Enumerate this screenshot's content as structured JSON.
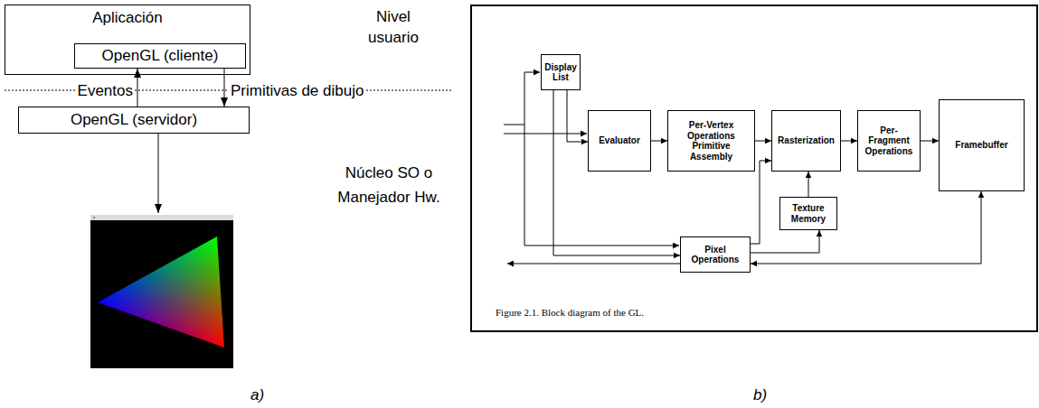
{
  "diagram": {
    "nodes": [
      {
        "text": [
          "Aplicación"
        ]
      },
      {
        "text": [
          "OpenGL (cliente)"
        ],
        "in": 0
      },
      {
        "text": [
          "OpenGL (servidor)"
        ]
      },
      {
        "text": [
          "Figure 2.1. Block diagram of the GL."
        ]
      },
      {
        "text": [
          "Display List"
        ],
        "in": 3
      },
      {
        "text": [
          "Evaluator"
        ],
        "in": 3
      },
      {
        "text": [
          "Per-Vertex Operations Primitive Assembly"
        ],
        "in": 3
      },
      {
        "text": [
          "Rasterization"
        ],
        "in": 3
      },
      {
        "text": [
          "Per-Fragment Operations"
        ],
        "in": 3
      },
      {
        "text": [
          "Framebuffer"
        ],
        "in": 3
      },
      {
        "text": [
          "Texture Memory"
        ],
        "in": 3
      },
      {
        "text": [
          "Pixel Operations"
        ],
        "in": 3
      }
    ],
    "edges": [
      {
        "from": 2,
        "to": 1,
        "arrow": "to",
        "label": "Eventos"
      },
      {
        "from": 1,
        "to": 2,
        "arrow": "to",
        "label": "Primitivas de dibujo"
      },
      {
        "from": 4,
        "to": 5,
        "arrow": "to"
      },
      {
        "from": 5,
        "to": 6,
        "arrow": "to"
      },
      {
        "from": 6,
        "to": 7,
        "arrow": "to"
      },
      {
        "from": 7,
        "to": 8,
        "arrow": "to"
      },
      {
        "from": 8,
        "to": 9,
        "arrow": "to"
      },
      {
        "from": 10,
        "to": 7,
        "arrow": "to"
      },
      {
        "from": 11,
        "to": 10,
        "arrow": "to"
      },
      {
        "from": 11,
        "to": 7,
        "arrow": "to"
      },
      {
        "from": 9,
        "to": 11,
        "arrow": "both"
      },
      {
        "from": 4,
        "to": 11,
        "arrow": "to"
      }
    ],
    "labels": [
      "Nivel usuario",
      "Núcleo SO o Manejador Hw.",
      "a)",
      "b)"
    ]
  }
}
